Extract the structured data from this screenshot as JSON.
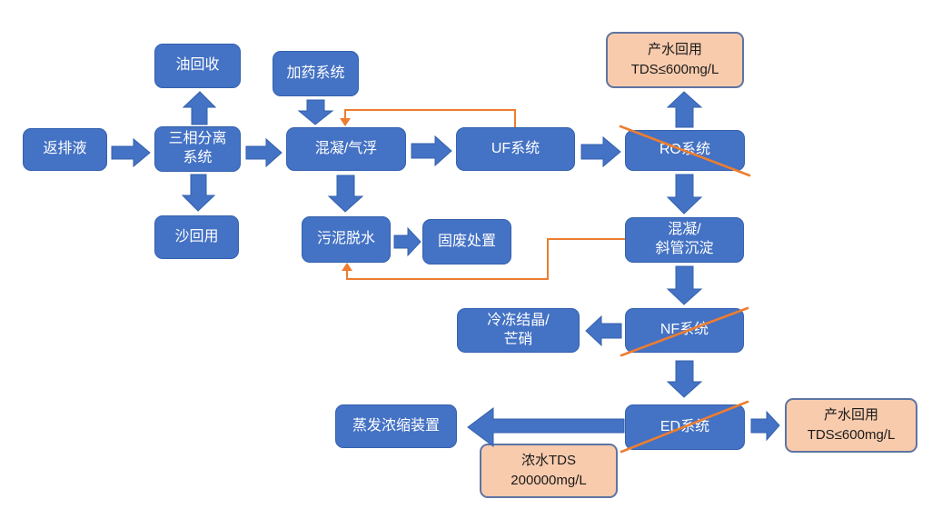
{
  "colors": {
    "background": "#FFFFFF",
    "node_fill": "#4472C4",
    "node_border": "#3461AE",
    "node_text": "#FFFFFF",
    "callout_fill": "#F8CBAD",
    "callout_border": "#5D74A3",
    "callout_text": "#1A1A1A",
    "arrow_fill": "#4472C4",
    "recycle_line": "#ED7D31",
    "strikethrough": "#ED7D31"
  },
  "nodes": [
    {
      "id": "flowback-fluid",
      "style": "process",
      "crossed": false,
      "lines": [
        "返排液"
      ]
    },
    {
      "id": "oil-recovery",
      "style": "process",
      "crossed": false,
      "lines": [
        "油回收"
      ]
    },
    {
      "id": "three-phase-separation",
      "style": "process",
      "crossed": false,
      "lines": [
        "三相分离",
        "系统"
      ]
    },
    {
      "id": "sand-reuse",
      "style": "process",
      "crossed": false,
      "lines": [
        "沙回用"
      ]
    },
    {
      "id": "dosing-system",
      "style": "process",
      "crossed": false,
      "lines": [
        "加药系统"
      ]
    },
    {
      "id": "coagulation-flotation",
      "style": "process",
      "crossed": false,
      "lines": [
        "混凝/气浮"
      ]
    },
    {
      "id": "uf-system",
      "style": "process",
      "crossed": false,
      "lines": [
        "UF系统"
      ]
    },
    {
      "id": "ro-system",
      "style": "process",
      "crossed": true,
      "lines": [
        "RO系统"
      ]
    },
    {
      "id": "product-water-top",
      "style": "callout",
      "crossed": false,
      "lines": [
        "产水回用",
        "TDS≤600mg/L"
      ]
    },
    {
      "id": "coagulation-sedimentation",
      "style": "process",
      "crossed": false,
      "lines": [
        "混凝/",
        "斜管沉淀"
      ]
    },
    {
      "id": "sludge-dewatering",
      "style": "process",
      "crossed": false,
      "lines": [
        "污泥脱水"
      ]
    },
    {
      "id": "solid-waste-disposal",
      "style": "process",
      "crossed": false,
      "lines": [
        "固废处置"
      ]
    },
    {
      "id": "nf-system",
      "style": "process",
      "crossed": true,
      "lines": [
        "NF系统"
      ]
    },
    {
      "id": "freeze-crystallization",
      "style": "process",
      "crossed": false,
      "lines": [
        "冷冻结晶/",
        "芒硝"
      ]
    },
    {
      "id": "ed-system",
      "style": "process",
      "crossed": true,
      "lines": [
        "ED系统"
      ]
    },
    {
      "id": "evaporation-unit",
      "style": "process",
      "crossed": false,
      "lines": [
        "蒸发浓缩装置"
      ]
    },
    {
      "id": "concentrate-tds",
      "style": "callout",
      "crossed": false,
      "lines": [
        "浓水TDS",
        "200000mg/L"
      ]
    },
    {
      "id": "product-water-bottom",
      "style": "callout",
      "crossed": false,
      "lines": [
        "产水回用",
        "TDS≤600mg/L"
      ]
    }
  ],
  "edges": [
    {
      "from": "flowback-fluid",
      "to": "three-phase-separation",
      "style": "block-arrow"
    },
    {
      "from": "three-phase-separation",
      "to": "oil-recovery",
      "style": "block-arrow"
    },
    {
      "from": "three-phase-separation",
      "to": "sand-reuse",
      "style": "block-arrow"
    },
    {
      "from": "three-phase-separation",
      "to": "coagulation-flotation",
      "style": "block-arrow"
    },
    {
      "from": "dosing-system",
      "to": "coagulation-flotation",
      "style": "block-arrow"
    },
    {
      "from": "coagulation-flotation",
      "to": "uf-system",
      "style": "block-arrow"
    },
    {
      "from": "coagulation-flotation",
      "to": "sludge-dewatering",
      "style": "block-arrow"
    },
    {
      "from": "sludge-dewatering",
      "to": "solid-waste-disposal",
      "style": "block-arrow"
    },
    {
      "from": "uf-system",
      "to": "ro-system",
      "style": "block-arrow"
    },
    {
      "from": "ro-system",
      "to": "product-water-top",
      "style": "block-arrow"
    },
    {
      "from": "ro-system",
      "to": "coagulation-sedimentation",
      "style": "block-arrow"
    },
    {
      "from": "coagulation-sedimentation",
      "to": "nf-system",
      "style": "block-arrow"
    },
    {
      "from": "nf-system",
      "to": "freeze-crystallization",
      "style": "block-arrow"
    },
    {
      "from": "nf-system",
      "to": "ed-system",
      "style": "block-arrow"
    },
    {
      "from": "ed-system",
      "to": "product-water-bottom",
      "style": "block-arrow"
    },
    {
      "from": "ed-system",
      "to": "evaporation-unit",
      "style": "block-arrow"
    },
    {
      "from": "uf-system",
      "to": "coagulation-flotation",
      "style": "orange-recycle-line"
    },
    {
      "from": "coagulation-sedimentation",
      "to": "sludge-dewatering",
      "style": "orange-recycle-line"
    }
  ],
  "crossed_out": [
    "RO系统",
    "NF系统",
    "ED系统"
  ]
}
